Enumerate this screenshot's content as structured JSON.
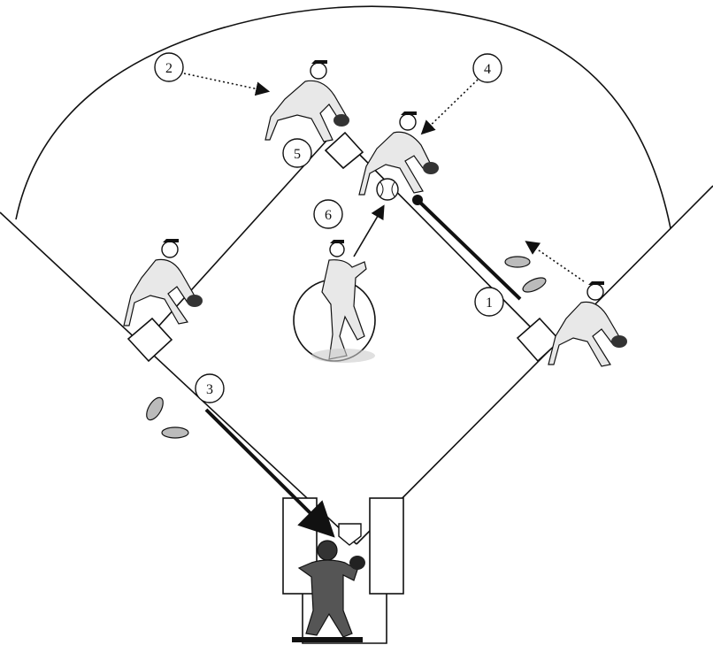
{
  "markers": [
    {
      "id": "1",
      "text": "1"
    },
    {
      "id": "2",
      "text": "2"
    },
    {
      "id": "3",
      "text": "3"
    },
    {
      "id": "4",
      "text": "4"
    },
    {
      "id": "5",
      "text": "5"
    },
    {
      "id": "6",
      "text": "6"
    }
  ],
  "players": [
    "second-baseman",
    "shortstop",
    "first-baseman",
    "third-baseman",
    "pitcher",
    "catcher"
  ],
  "colors": {
    "line": "#111111",
    "background": "#ffffff",
    "shade": "#cccccc"
  }
}
